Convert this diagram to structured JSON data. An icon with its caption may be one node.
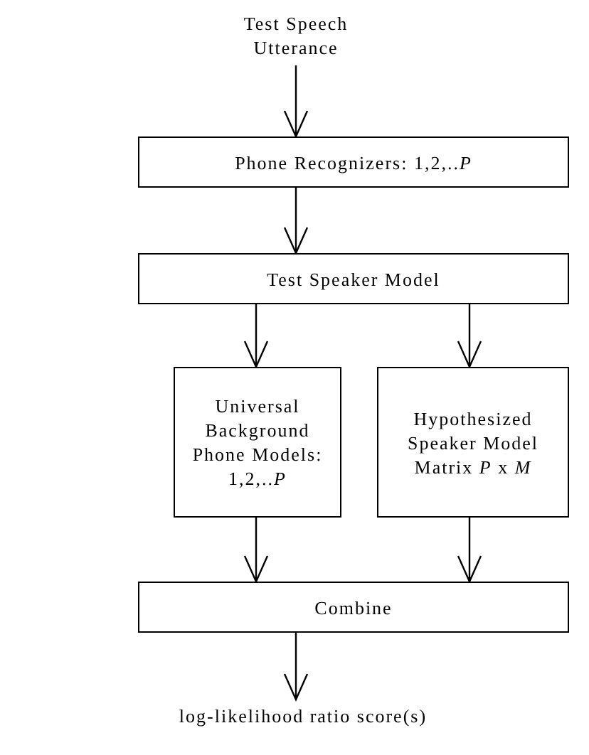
{
  "diagram": {
    "nodes": [
      {
        "text": [
          "Test Speech Utterance"
        ]
      },
      {
        "text": [
          "Phone Recognizers: 1,2,..*P*"
        ]
      },
      {
        "text": [
          "Test Speaker Model"
        ]
      },
      {
        "text": [
          "Universal Background Phone Models: 1,2,..*P*"
        ]
      },
      {
        "text": [
          "Hypothesized Speaker Model Matrix *P* x *M*"
        ]
      },
      {
        "text": [
          "Combine"
        ]
      },
      {
        "text": [
          "log-likelihood ratio score(s)"
        ]
      }
    ],
    "edges": [
      {
        "from": 0,
        "to": 1,
        "arrow": "to"
      },
      {
        "from": 1,
        "to": 2,
        "arrow": "to"
      },
      {
        "from": 2,
        "to": 3,
        "arrow": "to"
      },
      {
        "from": 2,
        "to": 4,
        "arrow": "to"
      },
      {
        "from": 3,
        "to": 5,
        "arrow": "to"
      },
      {
        "from": 4,
        "to": 5,
        "arrow": "to"
      },
      {
        "from": 5,
        "to": 6,
        "arrow": "to"
      }
    ]
  }
}
